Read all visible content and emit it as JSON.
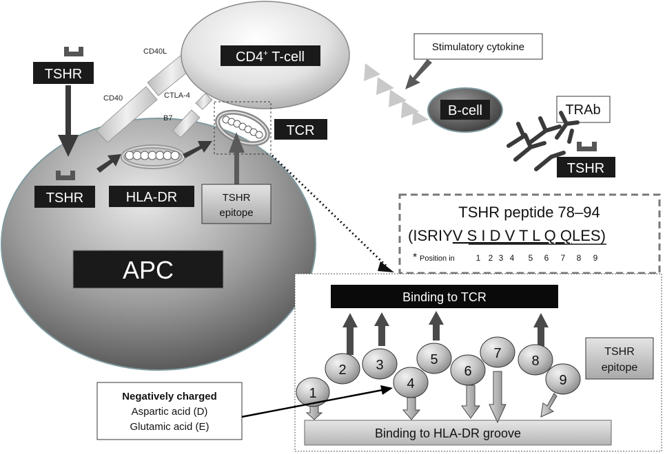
{
  "cells": {
    "t_cell": "CD4",
    "t_cell_sup": "+",
    "t_cell_suffix": " T-cell",
    "apc": "APC",
    "b_cell": "B-cell"
  },
  "molecules": {
    "cd40l": "CD40L",
    "cd40": "CD40",
    "ctla4": "CTLA-4",
    "b7": "B7",
    "tcr": "TCR",
    "hla_dr": "HLA-DR",
    "tshr_top": "TSHR",
    "tshr_apc": "TSHR",
    "tshr_right": "TSHR",
    "trab": "TRAb",
    "tshr_epitope_line1": "TSHR",
    "tshr_epitope_line2": "epitope"
  },
  "cytokine_label": "Stimulatory cytokine",
  "peptide": {
    "title": "TSHR peptide 78–94",
    "seq_prefix": "(ISRIY",
    "seq_core": "V S I D V T L Q Q",
    "seq_suffix": "LES)",
    "position_prefix": "*",
    "position_label": "Position in",
    "positions": [
      "1",
      "2",
      "3",
      "4",
      "5",
      "6",
      "7",
      "8",
      "9"
    ]
  },
  "binding": {
    "tcr_label": "Binding to TCR",
    "groove_label": "Binding to HLA-DR groove",
    "epitope_line1": "TSHR",
    "epitope_line2": "epitope",
    "residues": [
      "1",
      "2",
      "3",
      "4",
      "5",
      "6",
      "7",
      "8",
      "9"
    ]
  },
  "charge_note": {
    "title": "Negatively charged",
    "line1": "Aspartic acid (D)",
    "line2": "Glutamic acid (E)"
  }
}
